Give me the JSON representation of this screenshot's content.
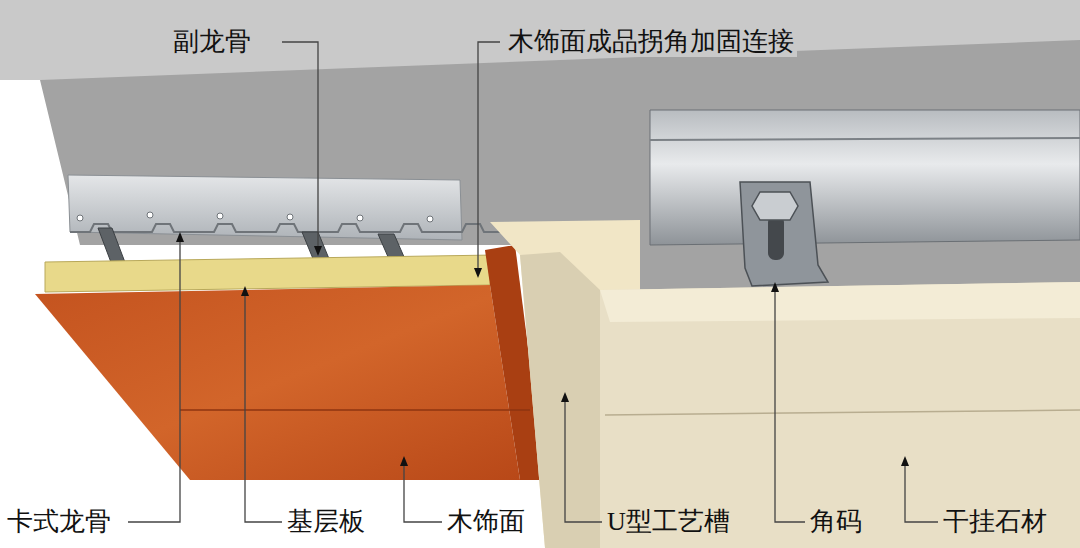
{
  "diagram": {
    "labels": [
      "副龙骨",
      "木饰面成品拐角加固连接",
      "卡式龙骨",
      "基层板",
      "木饰面",
      "U型工艺槽",
      "角码",
      "干挂石材"
    ]
  }
}
